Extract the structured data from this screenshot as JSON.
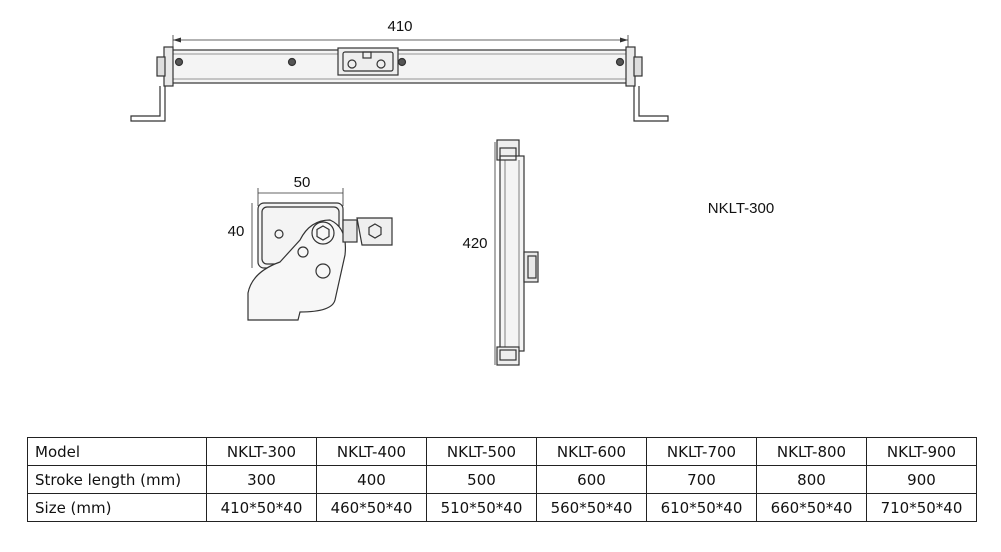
{
  "drawing": {
    "dimensions": {
      "length": "410",
      "width": "50",
      "height": "40",
      "side_length": "420"
    },
    "model_label": "NKLT-300"
  },
  "spec_table": {
    "header_label": "Model",
    "models": [
      "NKLT-300",
      "NKLT-400",
      "NKLT-500",
      "NKLT-600",
      "NKLT-700",
      "NKLT-800",
      "NKLT-900"
    ],
    "rows": [
      {
        "label": "Stroke length (mm)",
        "values": [
          "300",
          "400",
          "500",
          "600",
          "700",
          "800",
          "900"
        ]
      },
      {
        "label": "Size (mm)",
        "values": [
          "410*50*40",
          "460*50*40",
          "510*50*40",
          "560*50*40",
          "610*50*40",
          "660*50*40",
          "710*50*40"
        ]
      }
    ]
  }
}
